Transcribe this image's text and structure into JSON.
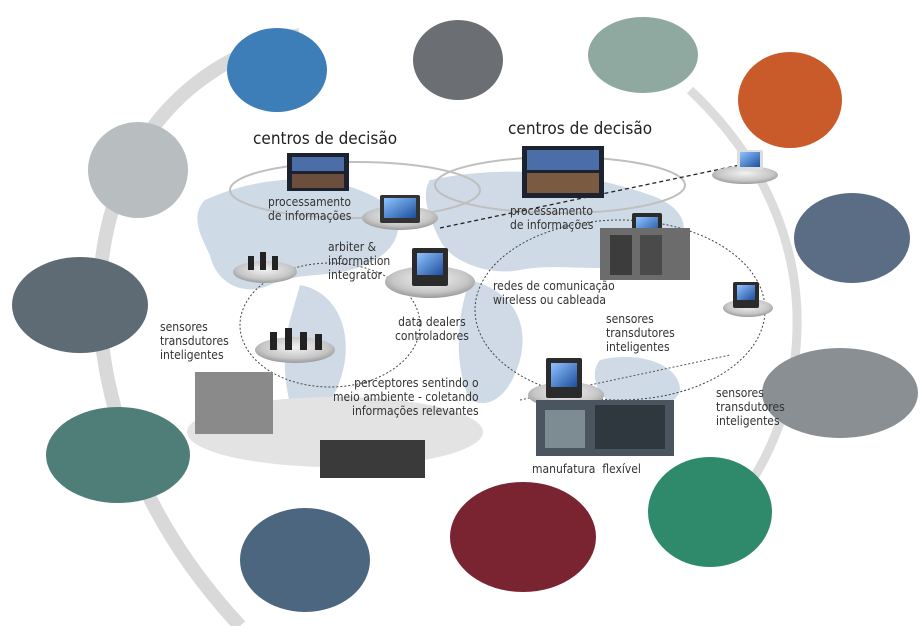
{
  "labels": {
    "decision_left": "centros de decisão",
    "decision_right": "centros de decisão",
    "processing_left": [
      "processamento",
      "de informações"
    ],
    "processing_right": [
      "processamento",
      "de informações"
    ],
    "arbiter": [
      "arbiter &",
      "information",
      "integrator"
    ],
    "networks": [
      "redes de comunicação",
      "wireless ou cableada"
    ],
    "data_dealers": [
      "data dealers",
      "controladores"
    ],
    "sensors_left": [
      "sensores",
      "transdutores",
      "inteligentes"
    ],
    "sensors_mid": [
      "sensores",
      "transdutores",
      "inteligentes"
    ],
    "sensors_right": [
      "sensores",
      "transdutores",
      "inteligentes"
    ],
    "perceptors": [
      "perceptores sentindo o",
      "meio ambiente - coletando",
      "informações relevantes"
    ],
    "flexible_manufacturing": "manufatura  flexível"
  },
  "photos": [
    "power-lines-photo",
    "refinery-photo",
    "waterfall-photo",
    "offshore-platform-photo",
    "lab-technician-photo",
    "control-room-photo",
    "control-panel-photo",
    "production-line-photo",
    "cleanroom-workers-photo",
    "steel-mill-photo",
    "substation-photo",
    "piping-plant-photo"
  ],
  "colors": {
    "arc": "#d6d6d6",
    "map": "#c7d3e2",
    "platform": "#c9c9c9",
    "screen": "#2f6fbf"
  }
}
